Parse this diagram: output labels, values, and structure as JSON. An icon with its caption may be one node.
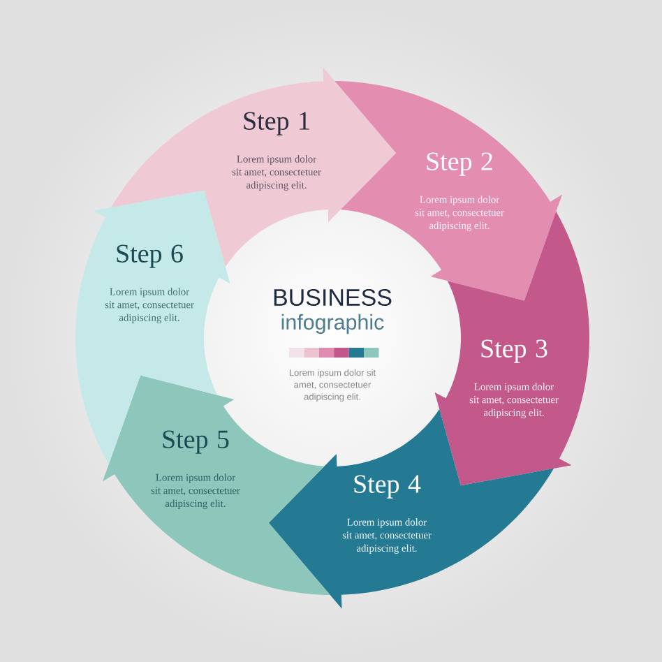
{
  "diagram": {
    "title": "BUSINESS",
    "nodes": [
      {
        "text": [
          "Step 1",
          "Lorem ipsum dolor sit amet, consectetuer adipiscing elit."
        ]
      },
      {
        "text": [
          "Step 2",
          "Lorem ipsum dolor sit amet, consectetuer adipiscing elit."
        ]
      },
      {
        "text": [
          "Step 3",
          "Lorem ipsum dolor sit amet, consectetuer adipiscing elit."
        ]
      },
      {
        "text": [
          "Step 4",
          "Lorem ipsum dolor sit amet, consectetuer adipiscing elit."
        ]
      },
      {
        "text": [
          "Step 5",
          "Lorem ipsum dolor sit amet, consectetuer adipiscing elit."
        ]
      },
      {
        "text": [
          "Step 6",
          "Lorem ipsum dolor sit amet, consectetuer adipiscing elit."
        ]
      }
    ],
    "labels": [
      "infographic",
      "Lorem ipsum dolor sit amet, consectetuer adipiscing elit."
    ]
  }
}
